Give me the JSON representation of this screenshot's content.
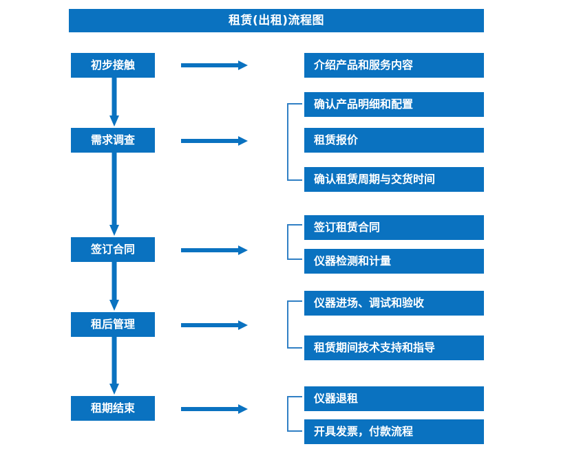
{
  "diagram": {
    "title": "租赁(出租)流程图",
    "colors": {
      "primary": "#0a72c0",
      "bracket": "#2f7fc4",
      "arrow": "#0a72c0",
      "text_on_primary": "#ffffff",
      "background": "#ffffff"
    },
    "stages": [
      {
        "id": "stage-1",
        "label": "初步接触",
        "details": [
          "介绍产品和服务内容"
        ],
        "bracketed": false
      },
      {
        "id": "stage-2",
        "label": "需求调查",
        "details": [
          "确认产品明细和配置",
          "租赁报价",
          "确认租赁周期与交货时间"
        ],
        "bracketed": true
      },
      {
        "id": "stage-3",
        "label": "签订合同",
        "details": [
          "签订租赁合同",
          "仪器检测和计量"
        ],
        "bracketed": true
      },
      {
        "id": "stage-4",
        "label": "租后管理",
        "details": [
          "仪器进场、调试和验收",
          "租赁期间技术支持和指导"
        ],
        "bracketed": true
      },
      {
        "id": "stage-5",
        "label": "租期结束",
        "details": [
          "仪器退租",
          "开具发票，付款流程"
        ],
        "bracketed": true
      }
    ],
    "detail_boxes": [
      {
        "text": "介绍产品和服务内容"
      },
      {
        "text": "确认产品明细和配置"
      },
      {
        "text": "租赁报价"
      },
      {
        "text": "确认租赁周期与交货时间"
      },
      {
        "text": "签订租赁合同"
      },
      {
        "text": "仪器检测和计量"
      },
      {
        "text": "仪器进场、调试和验收"
      },
      {
        "text": "租赁期间技术支持和指导"
      },
      {
        "text": "仪器退租"
      },
      {
        "text": "开具发票，付款流程"
      }
    ]
  }
}
